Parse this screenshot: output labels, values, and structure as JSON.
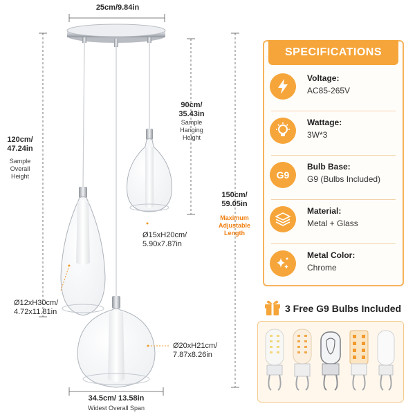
{
  "dimensions": {
    "canopy_width": "25cm/9.84in",
    "overall_height_value": "120cm/\n47.24in",
    "overall_height_label": "Sample\nOverall\nHeight",
    "hanging_height_value": "90cm/\n35.43in",
    "hanging_height_label": "Sample\nHanging\nHeight",
    "max_length_value": "150cm/\n59.05in",
    "max_length_label": "Maximum\nAdjustable\nLength",
    "shade_small": "Ø15xH20cm/\n5.90x7.87in",
    "shade_tall": "Ø12xH30cm/\n4.72x11.81in",
    "shade_round": "Ø20xH21cm/\n7.87x8.26in",
    "span_value": "34.5cm/ 13.58in",
    "span_label": "Widest Overall Span"
  },
  "specs": {
    "header": "SPECIFICATIONS",
    "items": [
      {
        "icon": "lightning-icon",
        "label": "Voltage:",
        "value": "AC85-265V"
      },
      {
        "icon": "bulb-icon",
        "label": "Wattage:",
        "value": "3W*3"
      },
      {
        "icon": "g9-icon",
        "icon_text": "G9",
        "label": "Bulb Base:",
        "value": "G9 (Bulbs Included)"
      },
      {
        "icon": "layers-icon",
        "label": "Material:",
        "value": "Metal + Glass"
      },
      {
        "icon": "sparkle-icon",
        "label": "Metal Color:",
        "value": "Chrome"
      }
    ]
  },
  "bulbs": {
    "title": "3 Free G9 Bulbs Included",
    "icon": "gift-icon"
  },
  "colors": {
    "accent": "#f6a53a",
    "accent_text": "#f07f10",
    "chrome": "#c8ccd2"
  }
}
